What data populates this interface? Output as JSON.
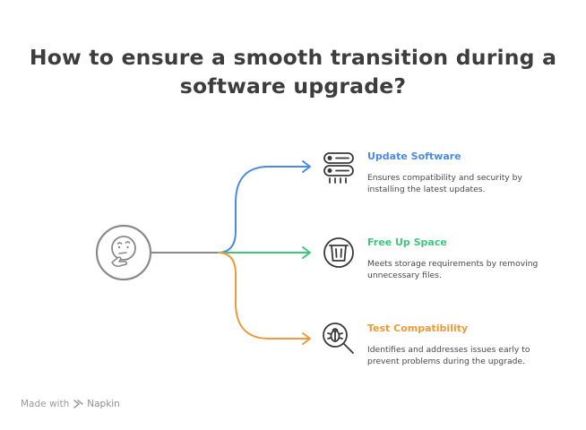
{
  "title": {
    "line1": "How to ensure a smooth transition during a",
    "line2": "software upgrade?"
  },
  "hub_icon": "thinking-face-icon",
  "branches": [
    {
      "title": "Update Software",
      "description": "Ensures compatibility and security by installing the latest updates.",
      "icon": "server-icon",
      "color": "#4a8be0"
    },
    {
      "title": "Free Up Space",
      "description": "Meets storage requirements by removing unnecessary files.",
      "icon": "trash-bin-icon",
      "color": "#3ec77a"
    },
    {
      "title": "Test Compatibility",
      "description": "Identifies and addresses issues early to prevent problems during the upgrade.",
      "icon": "bug-search-icon",
      "color": "#ec9a3a"
    }
  ],
  "colors": {
    "title": "#3d3d3d",
    "connector": "#8a8a8a",
    "icon_stroke": "#3a3a3a"
  },
  "footer": {
    "made_with": "Made with",
    "brand": "Napkin"
  }
}
